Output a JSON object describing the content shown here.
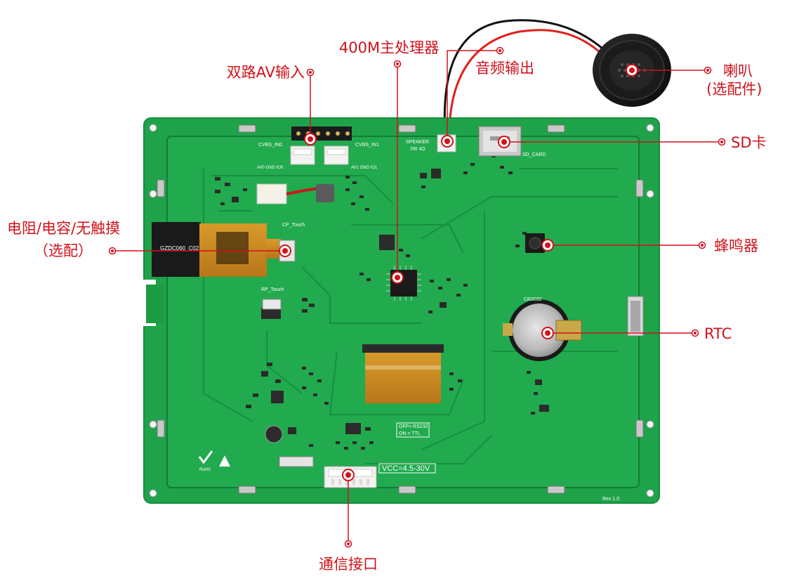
{
  "colors": {
    "label": "#d0121b",
    "callout_line": "#d0121b",
    "pcb": "#1fa34a",
    "pcb_dark": "#168a3c",
    "silkscreen": "#ffffff",
    "flex_cable": "#c98a1e"
  },
  "labels": {
    "dual_av_input": "双路AV输入",
    "processor": "400M主处理器",
    "audio_output": "音频输出",
    "speaker": "喇叭",
    "speaker_note": "(选配件)",
    "sd_card": "SD卡",
    "touch_option": "电阻/电容/无触摸",
    "touch_option_note": "（选配）",
    "buzzer": "蜂鸣器",
    "rtc": "RTC",
    "comm_interface": "通信接口"
  },
  "silkscreen": {
    "cvbs_in0": "CVBS_IN0",
    "cvbs_in1": "CVBS_IN1",
    "av0_pins": "AV0 GND IO0",
    "av1_pins": "AV1 GND IO1",
    "speaker_mark": "SPEAKER",
    "speaker_spec": "2W 4Ω",
    "sd_card_mark": "SD_CARD",
    "cp_touch": "CP_Touch",
    "rp_touch": "RP_Touch",
    "cr2032": "CR2032",
    "off_rs232": "OFF= RS232",
    "on_ttl": "ON = TTL",
    "vcc_range": "VCC=4.5-30V",
    "rohs": "RoHS",
    "revision": "Rev 1.0",
    "fpc_code": "GZDC060_C02"
  }
}
